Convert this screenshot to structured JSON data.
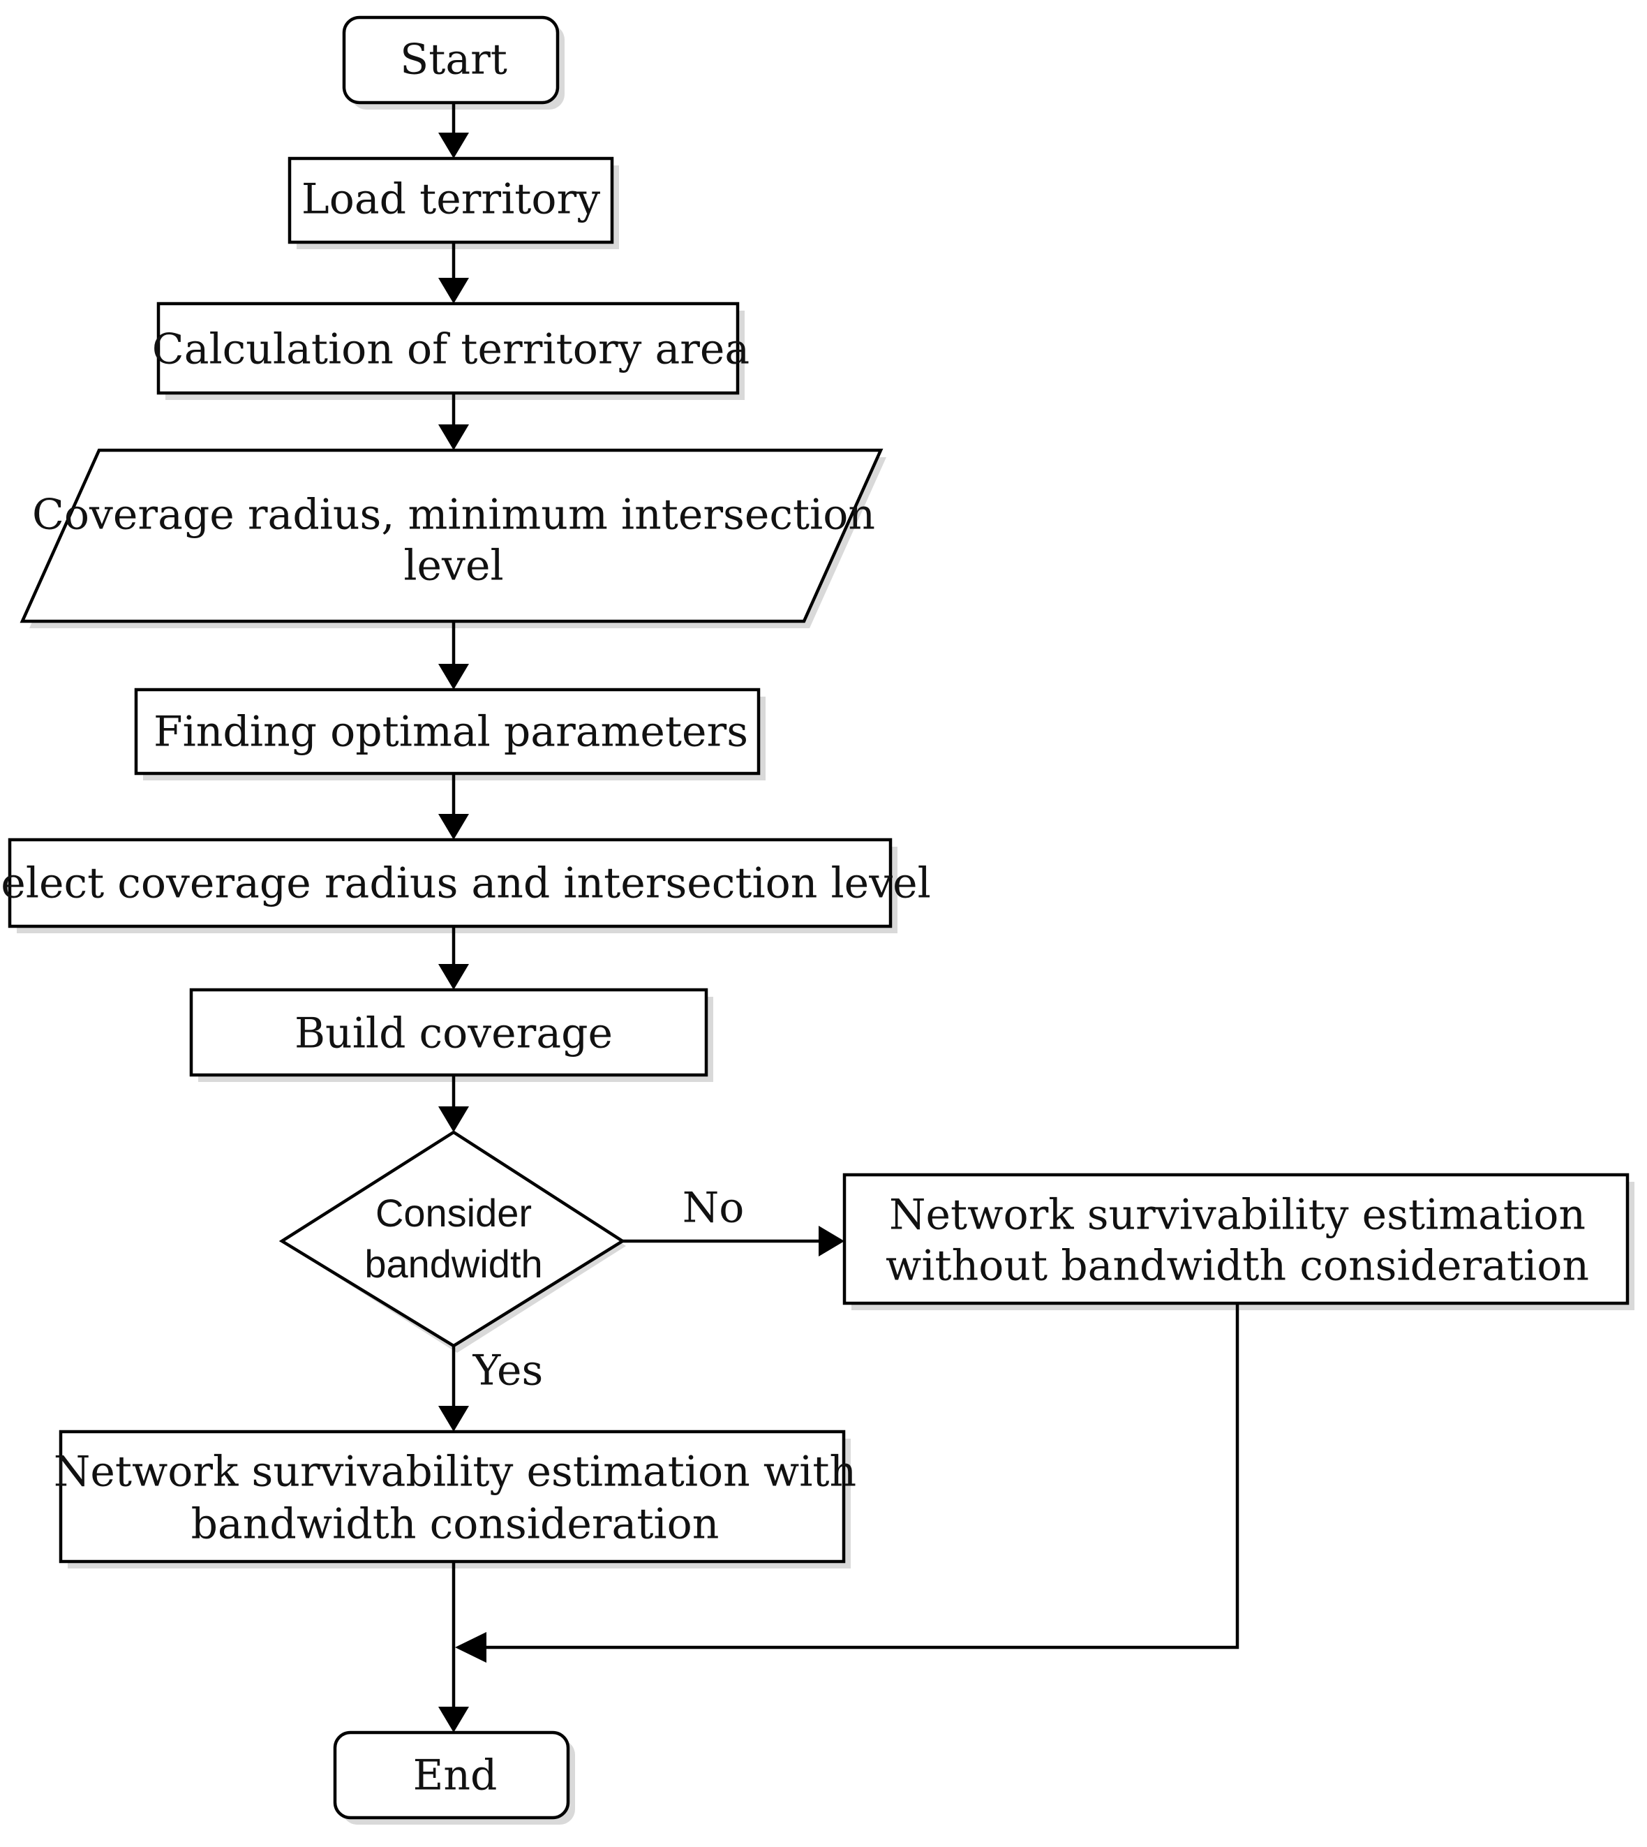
{
  "diagram": {
    "type": "flowchart",
    "nodes": {
      "start": {
        "label": "Start",
        "shape": "rounded-rectangle"
      },
      "load_territory": {
        "label": "Load territory",
        "shape": "rectangle"
      },
      "calc_area": {
        "label": "Calculation of territory area",
        "shape": "rectangle"
      },
      "input_params": {
        "lines": [
          "Coverage radius, minimum intersection",
          "level"
        ],
        "shape": "parallelogram"
      },
      "find_optimal": {
        "label": "Finding optimal parameters",
        "shape": "rectangle"
      },
      "select_params": {
        "label": "Select coverage radius and intersection level",
        "shape": "rectangle"
      },
      "build_coverage": {
        "label": "Build coverage",
        "shape": "rectangle"
      },
      "decision": {
        "lines": [
          "Consider",
          "bandwidth"
        ],
        "shape": "diamond"
      },
      "estimate_without": {
        "lines": [
          "Network survivability estimation",
          "without bandwidth consideration"
        ],
        "shape": "rectangle"
      },
      "estimate_with": {
        "lines": [
          "Network survivability estimation with",
          "bandwidth consideration"
        ],
        "shape": "rectangle"
      },
      "end": {
        "label": "End",
        "shape": "rounded-rectangle"
      }
    },
    "edge_labels": {
      "no": "No",
      "yes": "Yes"
    },
    "edges": [
      [
        "start",
        "load_territory"
      ],
      [
        "load_territory",
        "calc_area"
      ],
      [
        "calc_area",
        "input_params"
      ],
      [
        "input_params",
        "find_optimal"
      ],
      [
        "find_optimal",
        "select_params"
      ],
      [
        "select_params",
        "build_coverage"
      ],
      [
        "build_coverage",
        "decision"
      ],
      [
        "decision",
        "estimate_without",
        "no"
      ],
      [
        "decision",
        "estimate_with",
        "yes"
      ],
      [
        "estimate_with",
        "end"
      ],
      [
        "estimate_without",
        "end"
      ]
    ]
  }
}
